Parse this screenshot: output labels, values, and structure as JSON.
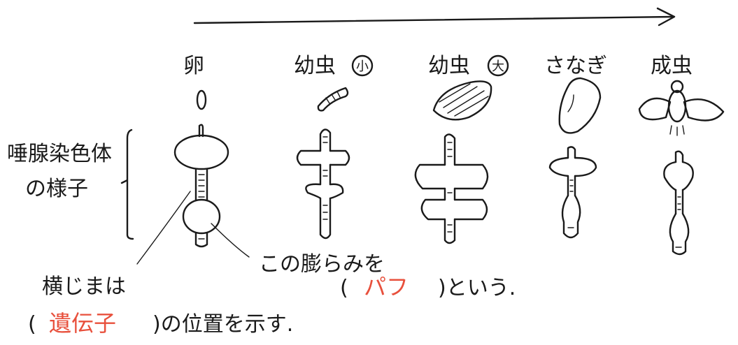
{
  "stages": [
    {
      "label": "卵"
    },
    {
      "label": "幼虫",
      "size_mark": "小"
    },
    {
      "label": "幼虫",
      "size_mark": "大"
    },
    {
      "label": "さなぎ"
    },
    {
      "label": "成虫"
    }
  ],
  "side_label": {
    "line1": "唾腺染色体",
    "line2": "の様子"
  },
  "notes": {
    "bulge_text": "この膨らみを",
    "bulge_open": "(",
    "bulge_answer": "パフ",
    "bulge_close": ")という.",
    "stripes_text": "横じまは",
    "stripes_open": "(",
    "stripes_answer": "遺伝子",
    "stripes_close": ")の位置を示す."
  },
  "colors": {
    "ink": "#1a1a1a",
    "answer": "#e8503c"
  }
}
